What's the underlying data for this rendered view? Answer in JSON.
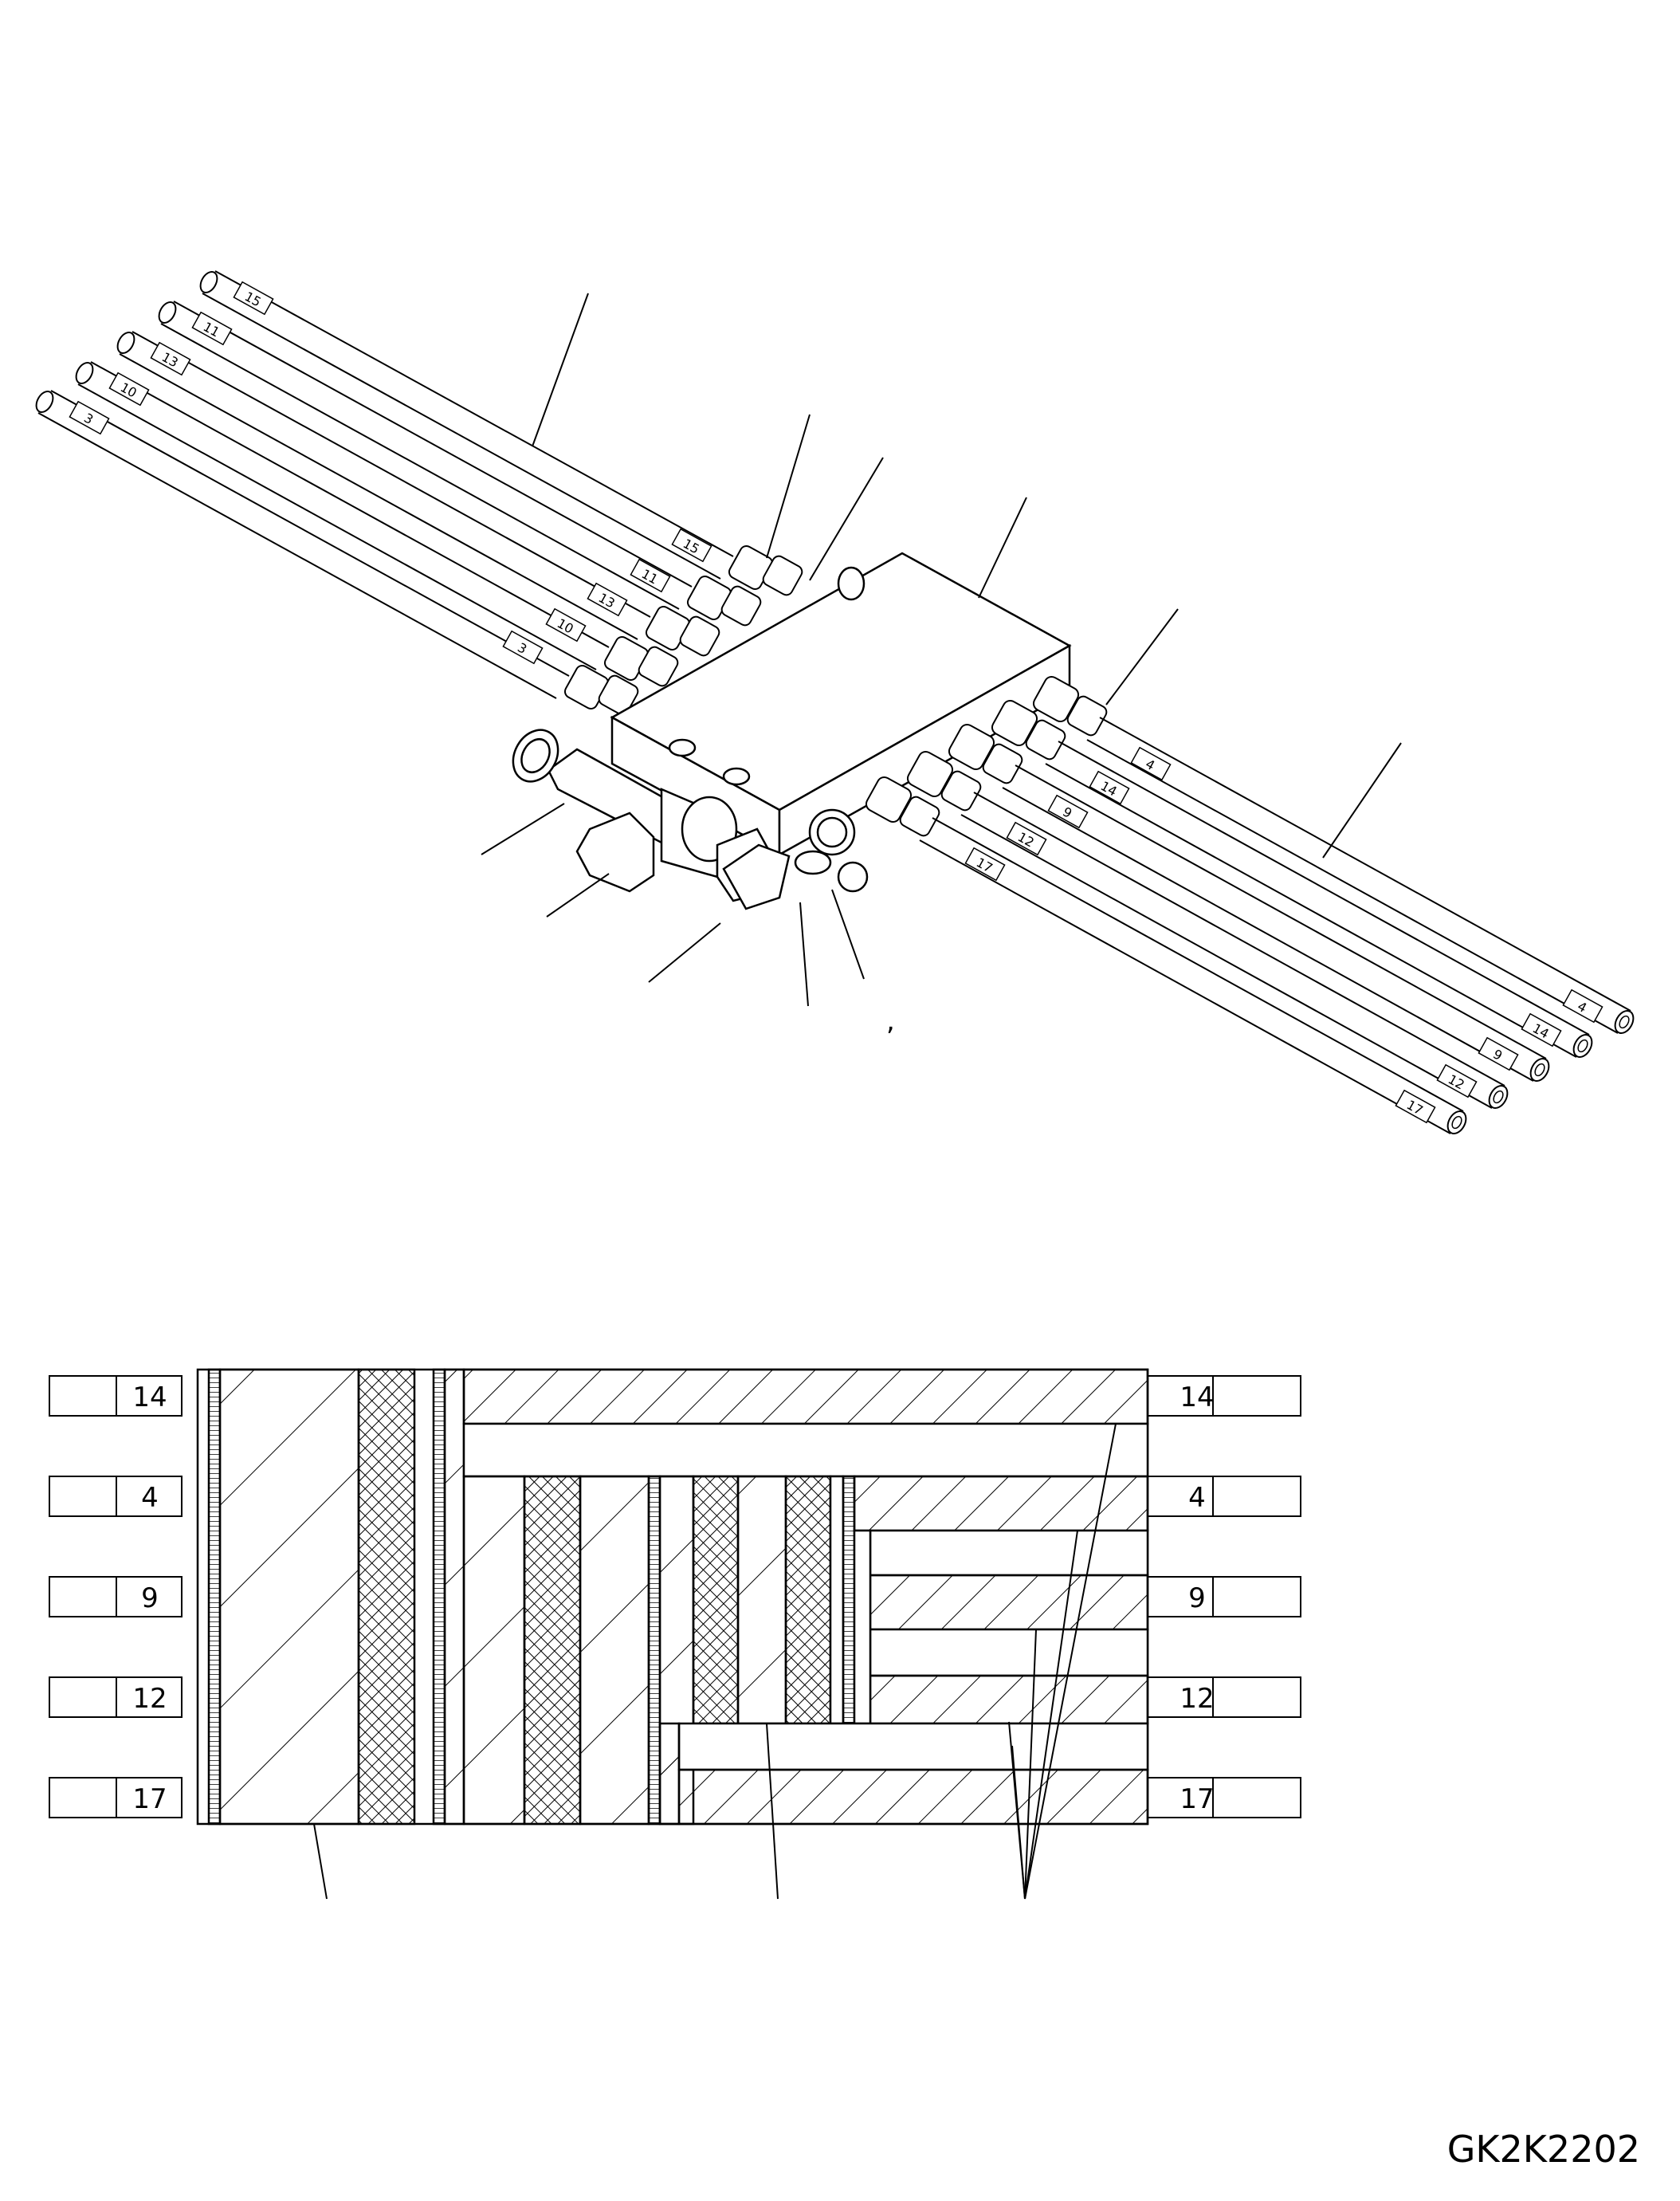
{
  "iso_view": {
    "tube_tags_left": [
      "15",
      "11",
      "13",
      "10",
      "3"
    ],
    "tube_tags_right": [
      "4",
      "14",
      "9",
      "12",
      "17"
    ],
    "tube_tags_left_near": [
      "15",
      "11",
      "13",
      "10",
      "3"
    ],
    "tube_tags_right_near": [
      "4",
      "14",
      "9",
      "12",
      "17"
    ],
    "stray_mark": ","
  },
  "schematic": {
    "port_labels_left": [
      "14",
      "4",
      "9",
      "12",
      "17"
    ],
    "port_labels_right": [
      "14",
      "4",
      "9",
      "12",
      "17"
    ]
  },
  "drawing_code": "GK2K2202"
}
